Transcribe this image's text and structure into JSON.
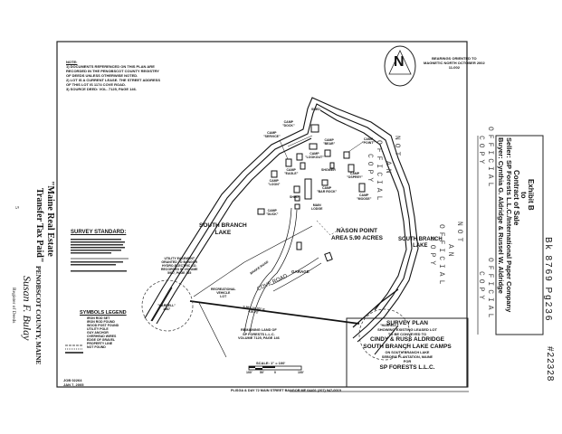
{
  "left_margin": {
    "transfer_tax_line1": "\"Maine Real Estate",
    "transfer_tax_line2": "Transfer Tax Paid\"",
    "page_mark": "5",
    "county": "PENOBSCOT COUNTY, MAINE",
    "signature": "Susan F. Bulay",
    "register": "Register of Deeds"
  },
  "right_margin": {
    "book_page": "Bk 8769 Pg236",
    "document_number": "#22328",
    "exhibit": "Exhibit B",
    "to": "to",
    "contract": "Contract of Sale",
    "seller": "Seller: SP Forests L.L.C./International Paper Company",
    "buyer": "Buyer: Cynthia G. Aldridge & Russel W. Aldridge",
    "watermark_official": "OFFICIAL",
    "watermark_copy": "COPY"
  },
  "watermark": {
    "not": "NOT",
    "an": "AN",
    "official": "OFFICIAL",
    "copy": "COPY"
  },
  "notes": {
    "title": "NOTE:",
    "lines": [
      "1) DOCUMENTS REFERENCED ON THIS PLAN ARE",
      "RECORDED IN THE PENOBSCOT COUNTY REGISTRY",
      "OF DEEDS UNLESS OTHERWISE NOTED.",
      "2) LOT IS A CURRENT LEASE. THE STREET ADDRESS",
      "OF THIS LOT IS 1174 COVE ROAD.",
      "3) SOURCE DEED: VOL. 7125, PAGE 146."
    ]
  },
  "north_arrow": {
    "letter": "N",
    "note_lines": [
      "BEARINGS ORIENTED TO",
      "MAGNETIC NORTH OCTOBER 2002",
      "11-002"
    ]
  },
  "survey_standard": {
    "title": "SURVEY STANDARD:"
  },
  "legend": {
    "title": "SYMBOLS LEGEND",
    "items": [
      "IRON ROD SET",
      "IRON ROD FOUND",
      "WOOD POST FOUND",
      "UTILITY POLE",
      "GUY ANCHOR",
      "OVERHEAD WIRES",
      "EDGE OF GRAVEL",
      "PROPERTY LINE",
      "NOT FOUND"
    ]
  },
  "job": {
    "number": "JOB 02264",
    "date": "JAN 7, 2005"
  },
  "map": {
    "lake_left": [
      "SOUTH BRANCH",
      "LAKE"
    ],
    "lake_right": [
      "SOUTH BRANCH",
      "LAKE"
    ],
    "nason_point": [
      "NASON POINT",
      "AREA 5.90 ACRES"
    ],
    "cove_road": "COVE ROAD",
    "brake_road": "BRAKE ROAD",
    "garage": "GARAGE",
    "rv": [
      "RECREATIONAL",
      "VEHICLE",
      "LOT"
    ],
    "easement": [
      "UTILITY EASEMENT",
      "GRANTED TO BANGOR",
      "HYDRO-ELECTRIC CO.",
      "RECORDED IN VOLUME",
      "5987, PAGE 265"
    ],
    "remaining": [
      "REMAINING LAND OF",
      "SP FORESTS L.L.C.",
      "VOLUME 7125, PAGE 146"
    ],
    "bearing": [
      "S 85°-10'-03\" E",
      "418.72'"
    ],
    "harrell_left": [
      "\"HARRELL\"",
      "1987"
    ],
    "harrell_right": "\"HARRELL\"",
    "shed_top": "SHED",
    "shed_mid": "SHED",
    "shower": "SHOWER",
    "main_lodge": [
      "MAIN",
      "LODGE"
    ],
    "camps": [
      {
        "l1": "CAMP",
        "l2": "\"DOCK\""
      },
      {
        "l1": "CAMP",
        "l2": "\"SERVICE\""
      },
      {
        "l1": "CAMP",
        "l2": "\"BEAR\""
      },
      {
        "l1": "CAMP",
        "l2": "\"LOOKOUT\""
      },
      {
        "l1": "CAMP",
        "l2": "\"EAGLE\""
      },
      {
        "l1": "CAMP",
        "l2": "\"LOON\""
      },
      {
        "l1": "CAMP",
        "l2": "\"POINT\""
      },
      {
        "l1": "CAMP",
        "l2": "\"OSPREY\""
      },
      {
        "l1": "CAMP",
        "l2": "\"BAR ROCK\""
      },
      {
        "l1": "CAMP",
        "l2": "\"MOOSE\""
      },
      {
        "l1": "CAMP",
        "l2": "\"DUCK\""
      }
    ],
    "scale": {
      "label": "SCALE: 1\" = 100'",
      "ticks": [
        "100'",
        "50'",
        "0",
        "100'"
      ]
    }
  },
  "title_block": {
    "lines_small1": [
      "SURVEY PLAN"
    ],
    "showing": "SHOWING EXISTING LEASED LOT",
    "conveyed": "TO BE CONVEYED TO",
    "owner": "CINDY & RUSS ALDRIDGE",
    "camps": "SOUTH BRANCH LAKE CAMPS",
    "on": "ON SOUTH BRANCH LAKE",
    "place": "SEBOEIS PLANTATION, MAINE",
    "for": "FOR",
    "client": "SP FORESTS L.L.C."
  },
  "footer": "PLISGA & DAY 72 MAIN STREET BANGOR ME 04401 (207) 947-0019"
}
